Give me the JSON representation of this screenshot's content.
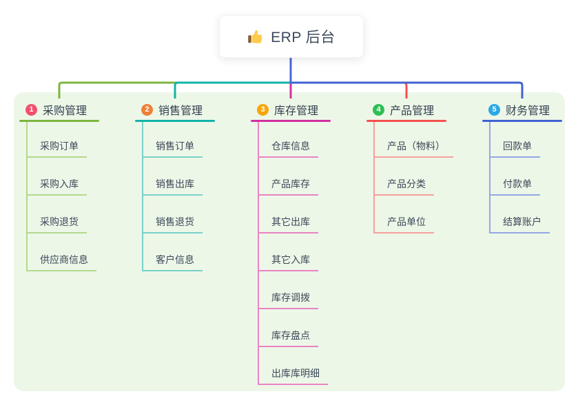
{
  "root": {
    "icon": "thumbs-up-icon",
    "title": "ERP 后台"
  },
  "colors": {
    "page_bg": "#FFFFFF",
    "panel_bg": "#EDF7E8",
    "card_bg": "#FFFFFF",
    "root_line": "#4A66D9",
    "title_color": "#3D4A5C",
    "label_color": "#33404F",
    "child_color": "#3C4858",
    "emoji_gold": "#FFCB4C",
    "emoji_cuff": "#8B5E34"
  },
  "branches": [
    {
      "num": "1",
      "label": "采购管理",
      "badge_color": "#F4506C",
      "line_color": "#7CB53F",
      "child_line_color": "#B4D98C",
      "children": [
        "采购订单",
        "采购入库",
        "采购退货",
        "供应商信息"
      ]
    },
    {
      "num": "2",
      "label": "销售管理",
      "badge_color": "#F08037",
      "line_color": "#12B3AA",
      "child_line_color": "#78D1C9",
      "children": [
        "销售订单",
        "销售出库",
        "销售退货",
        "客户信息"
      ]
    },
    {
      "num": "3",
      "label": "库存管理",
      "badge_color": "#F7A60C",
      "line_color": "#D1309F",
      "child_line_color": "#E983C3",
      "children": [
        "仓库信息",
        "产品库存",
        "其它出库",
        "其它入库",
        "库存调拨",
        "库存盘点",
        "出库库明细"
      ]
    },
    {
      "num": "4",
      "label": "产品管理",
      "badge_color": "#2EBE55",
      "line_color": "#F5504E",
      "child_line_color": "#F89E9B",
      "children": [
        "产品（物料）",
        "产品分类",
        "产品单位"
      ]
    },
    {
      "num": "5",
      "label": "财务管理",
      "badge_color": "#29A9E5",
      "line_color": "#4161D2",
      "child_line_color": "#94A6E5",
      "children": [
        "回款单",
        "付款单",
        "结算账户"
      ]
    }
  ]
}
